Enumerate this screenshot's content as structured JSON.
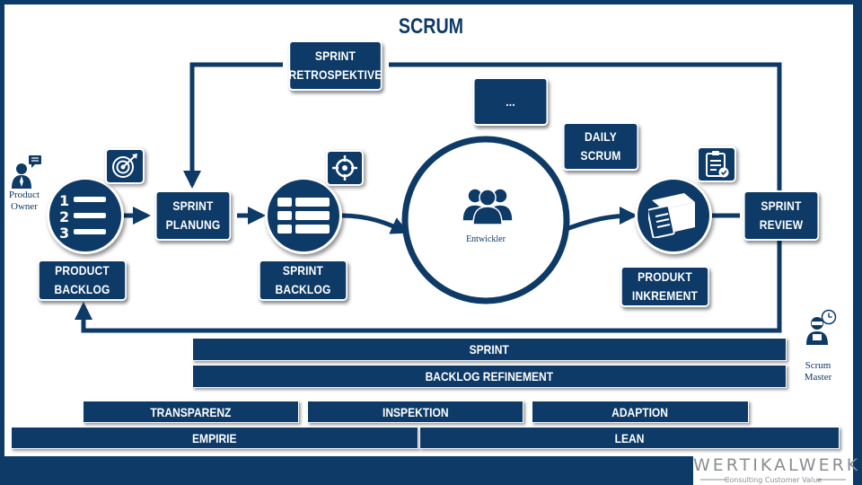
{
  "title": "SCRUM",
  "nodes": {
    "sprint_retrospektive": [
      "SPRINT",
      "RETROSPEKTIVE"
    ],
    "ellipsis": "...",
    "daily_scrum": "DAILY SCRUM",
    "sprint_planung": [
      "SPRINT",
      "PLANUNG"
    ],
    "product_backlog": [
      "PRODUCT",
      "BACKLOG"
    ],
    "sprint_backlog": [
      "SPRINT",
      "BACKLOG"
    ],
    "produkt_inkrement": [
      "PRODUKT",
      "INKREMENT"
    ],
    "sprint_review": [
      "SPRINT",
      "REVIEW"
    ],
    "entwickler": "Entwickler"
  },
  "roles": {
    "product_owner": [
      "Product",
      "Owner"
    ],
    "scrum_master": [
      "Scrum",
      "Master"
    ]
  },
  "bars": {
    "sprint": "SPRINT",
    "backlog_refinement": "BACKLOG REFINEMENT",
    "transparenz": "TRANSPARENZ",
    "inspektion": "INSPEKTION",
    "adaption": "ADAPTION",
    "empirie": "EMPIRIE",
    "lean": "LEAN"
  },
  "logo": {
    "name": "WERTIKALWERK",
    "tagline": "Consulting Customer Value"
  },
  "colors": {
    "primary": "#0d3a66",
    "background": "#ffffff",
    "logo_text": "#8a8d91"
  },
  "icons": {
    "product_backlog": "numbered-list-icon",
    "sprint_backlog": "table-list-icon",
    "entwickler": "team-people-icon",
    "produkt_inkrement": "box-clipboard-icon",
    "goal": "target-icon",
    "focus": "crosshair-icon",
    "checklist": "checklist-icon",
    "product_owner": "person-speech-icon",
    "scrum_master": "person-clock-icon"
  }
}
